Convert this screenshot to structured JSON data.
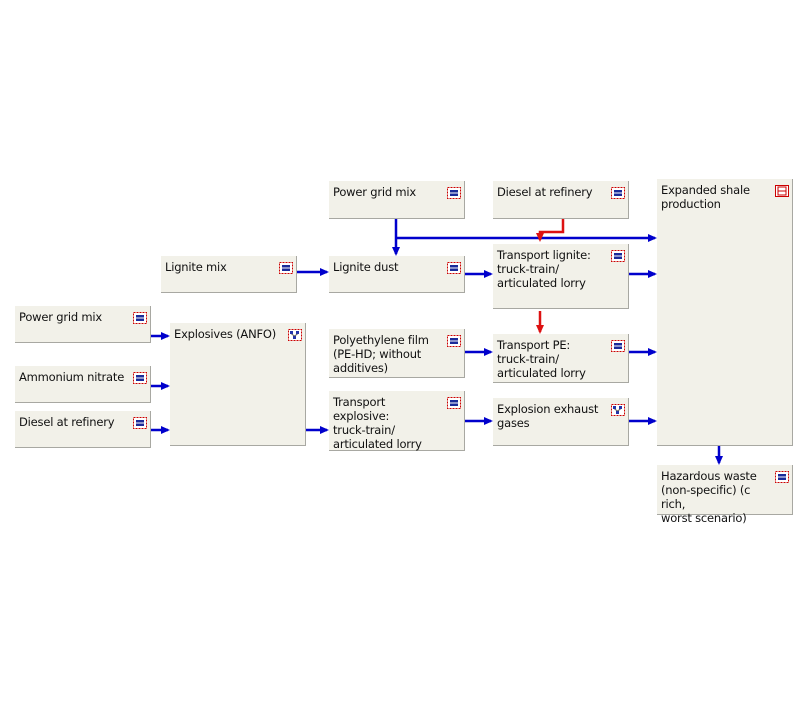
{
  "colors": {
    "flow": "#0000cc",
    "transport": "#dd1111",
    "box": "#f2f1e9",
    "box_border": "#a8a8a2"
  },
  "nodes": [
    {
      "id": "power-grid-mix-top",
      "label": "Power grid mix",
      "icon": "process-icon"
    },
    {
      "id": "diesel-at-refinery-top",
      "label": "Diesel at refinery",
      "icon": "process-icon"
    },
    {
      "id": "expanded-shale-production",
      "label": "Expanded shale\nproduction",
      "icon": "unit-process-icon"
    },
    {
      "id": "lignite-mix",
      "label": "Lignite mix",
      "icon": "process-icon"
    },
    {
      "id": "lignite-dust",
      "label": "Lignite dust",
      "icon": "process-icon"
    },
    {
      "id": "transport-lignite",
      "label": "Transport lignite:\ntruck-train/\narticulated lorry",
      "icon": "process-icon"
    },
    {
      "id": "power-grid-mix-left",
      "label": "Power grid mix",
      "icon": "process-icon"
    },
    {
      "id": "explosives-anfo",
      "label": "Explosives (ANFO)",
      "icon": "plan-icon"
    },
    {
      "id": "polyethylene-film",
      "label": "Polyethylene film\n(PE-HD; without\nadditives)",
      "icon": "process-icon"
    },
    {
      "id": "transport-pe",
      "label": "Transport PE:\ntruck-train/\narticulated lorry",
      "icon": "process-icon"
    },
    {
      "id": "ammonium-nitrate",
      "label": "Ammonium nitrate",
      "icon": "process-icon"
    },
    {
      "id": "diesel-at-refinery-left",
      "label": "Diesel at refinery",
      "icon": "process-icon"
    },
    {
      "id": "transport-explosive",
      "label": "Transport explosive:\ntruck-train/\narticulated lorry",
      "icon": "process-icon"
    },
    {
      "id": "explosion-exhaust-gases",
      "label": "Explosion exhaust\ngases",
      "icon": "plan-icon"
    },
    {
      "id": "hazardous-waste",
      "label": "Hazardous waste\n(non-specific) (c rich,\nworst scenario)",
      "icon": "process-icon"
    }
  ],
  "edges": [
    {
      "from": "power-grid-mix-top",
      "to": "lignite-dust",
      "kind": "flow"
    },
    {
      "from": "power-grid-mix-top",
      "to": "expanded-shale-production",
      "kind": "flow"
    },
    {
      "from": "diesel-at-refinery-top",
      "to": "transport-lignite",
      "kind": "transport"
    },
    {
      "from": "lignite-mix",
      "to": "lignite-dust",
      "kind": "flow"
    },
    {
      "from": "lignite-dust",
      "to": "transport-lignite",
      "kind": "flow"
    },
    {
      "from": "transport-lignite",
      "to": "expanded-shale-production",
      "kind": "flow"
    },
    {
      "from": "transport-lignite",
      "to": "transport-pe",
      "kind": "transport"
    },
    {
      "from": "power-grid-mix-left",
      "to": "explosives-anfo",
      "kind": "flow"
    },
    {
      "from": "ammonium-nitrate",
      "to": "explosives-anfo",
      "kind": "flow"
    },
    {
      "from": "diesel-at-refinery-left",
      "to": "explosives-anfo",
      "kind": "flow"
    },
    {
      "from": "explosives-anfo",
      "to": "transport-explosive",
      "kind": "flow"
    },
    {
      "from": "polyethylene-film",
      "to": "transport-pe",
      "kind": "flow"
    },
    {
      "from": "transport-pe",
      "to": "expanded-shale-production",
      "kind": "flow"
    },
    {
      "from": "transport-explosive",
      "to": "explosion-exhaust-gases",
      "kind": "flow"
    },
    {
      "from": "explosion-exhaust-gases",
      "to": "expanded-shale-production",
      "kind": "flow"
    },
    {
      "from": "expanded-shale-production",
      "to": "hazardous-waste",
      "kind": "flow"
    }
  ]
}
